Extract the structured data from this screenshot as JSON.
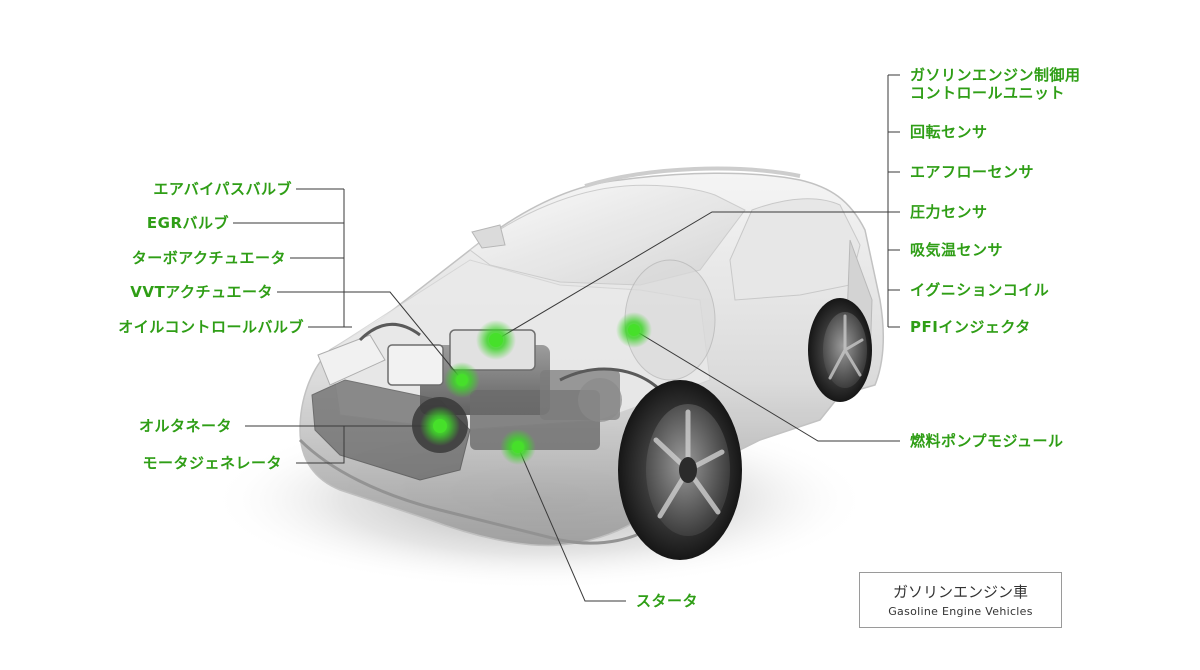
{
  "labels_left": {
    "air_bypass_valve": "エアバイパスバルブ",
    "egr_valve": "EGRバルブ",
    "turbo_actuator": "ターボアクチュエータ",
    "vvt_actuator": "VVTアクチュエータ",
    "oil_control_valve": "オイルコントロールバルブ",
    "alternator": "オルタネータ",
    "motor_generator": "モータジェネレータ"
  },
  "labels_right": {
    "engine_control_unit_line1": "ガソリンエンジン制御用",
    "engine_control_unit_line2": "コントロールユニット",
    "rotation_sensor": "回転センサ",
    "airflow_sensor": "エアフローセンサ",
    "pressure_sensor": "圧力センサ",
    "intake_temp_sensor": "吸気温センサ",
    "ignition_coil": "イグニションコイル",
    "pfi_injector": "PFIインジェクタ",
    "fuel_pump_module": "燃料ポンプモジュール"
  },
  "labels_bottom": {
    "starter": "スタータ"
  },
  "badge": {
    "title_jp": "ガソリンエンジン車",
    "title_en": "Gasoline Engine Vehicles"
  },
  "colors": {
    "accent_green": "#2f9e16",
    "highlight_green": "#3fd42a",
    "leader_line": "#3a3a3a"
  }
}
